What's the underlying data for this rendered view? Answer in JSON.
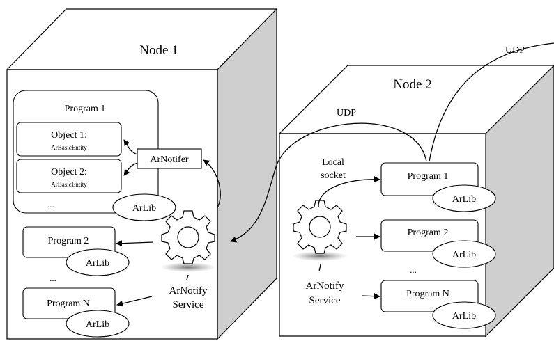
{
  "node1": {
    "title": "Node 1",
    "program1": {
      "title": "Program 1",
      "object1": {
        "name": "Object 1:",
        "type": "ArBasicEntity"
      },
      "object2": {
        "name": "Object 2:",
        "type": "ArBasicEntity"
      },
      "ellipsis": "...",
      "lib": "ArLib"
    },
    "notifier": "ArNotifer",
    "program2": {
      "title": "Program 2",
      "lib": "ArLib"
    },
    "dots": "...",
    "programN": {
      "title": "Program N",
      "lib": "ArLib"
    },
    "service": {
      "line1": "ArNotify",
      "line2": "Service"
    }
  },
  "node2": {
    "title": "Node 2",
    "local_socket": {
      "line1": "Local",
      "line2": "socket"
    },
    "program1": {
      "title": "Program 1",
      "lib": "ArLib"
    },
    "program2": {
      "title": "Program 2",
      "lib": "ArLib"
    },
    "dots": "...",
    "programN": {
      "title": "Program N",
      "lib": "ArLib"
    },
    "service": {
      "line1": "ArNotify",
      "line2": "Service"
    }
  },
  "udp_label_top": "UDP",
  "udp_label_mid": "UDP",
  "colors": {
    "side_face": "#cfcfcf",
    "top_face": "#ffffff",
    "front_face": "#ffffff",
    "stroke": "#000000"
  }
}
